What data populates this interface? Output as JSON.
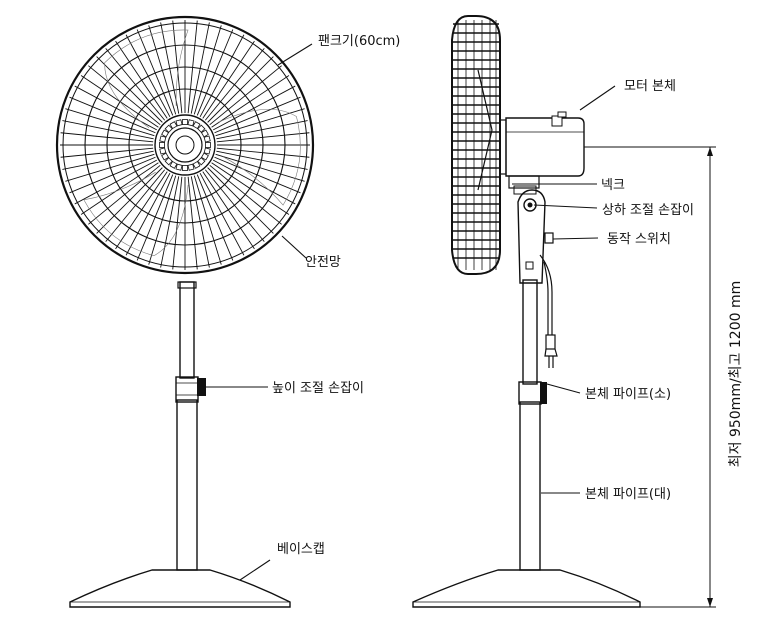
{
  "labels": {
    "fan_size": "팬크기(60cm)",
    "safety_guard": "안전망",
    "height_knob": "높이 조절 손잡이",
    "base_cap": "베이스캡",
    "motor_body": "모터 본체",
    "neck": "넥크",
    "tilt_knob": "상하 조절 손잡이",
    "switch": "동작 스위치",
    "pipe_small": "본체 파이프(소)",
    "pipe_large": "본체 파이프(대)"
  },
  "dimension": {
    "height_range": "최저 950mm/최고 1200 mm"
  }
}
